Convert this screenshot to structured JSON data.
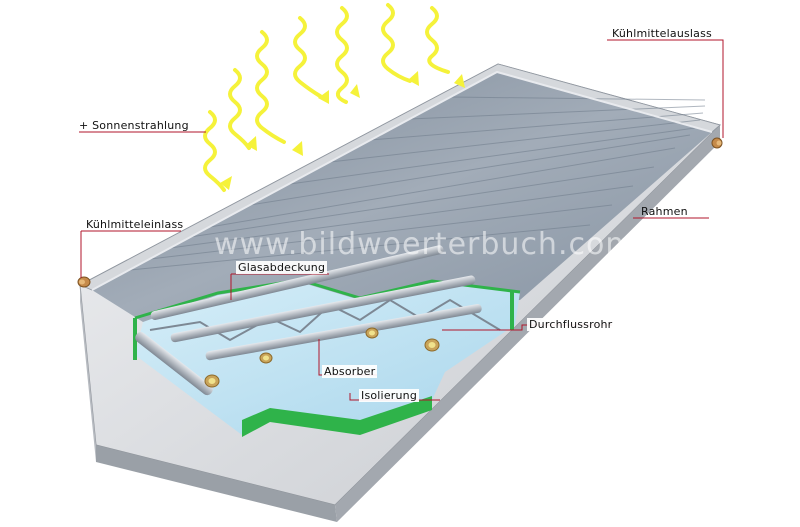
{
  "watermark": "www.bildwoerterbuch.com",
  "labels": {
    "sonnenstrahlung": "+ Sonnenstrahlung",
    "kuehlmittelauslass": "Kühlmittelauslass",
    "kuehlmitteleinlass": "Kühlmitteleinlass",
    "rahmen": "Rahmen",
    "glasabdeckung": "Glasabdeckung",
    "absorber": "Absorber",
    "durchflussrohr": "Durchflussrohr",
    "isolierung": "Isolierung"
  },
  "colors": {
    "leader_line": "#b0162b",
    "sun_rays": "#f5f23a",
    "insulation_green": "#2fb34a",
    "insulation_blue": "#bfe3f3",
    "glass": "#8a97a6",
    "frame": "#c9ccd1"
  }
}
